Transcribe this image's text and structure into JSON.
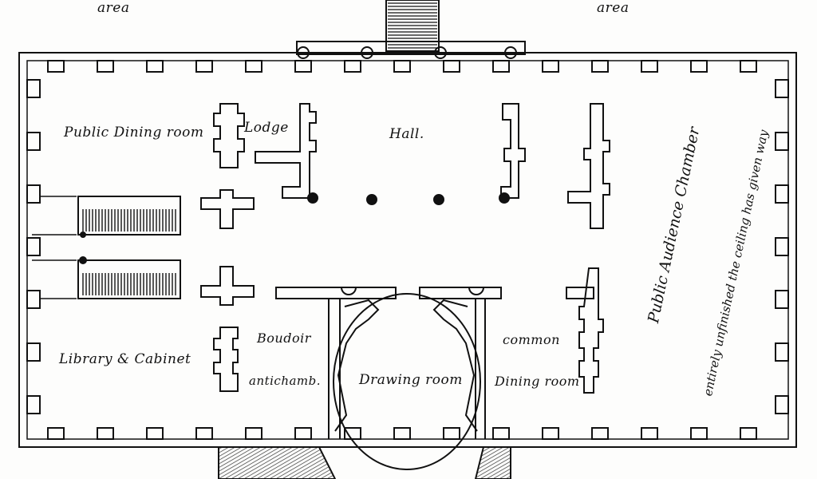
{
  "labels": {
    "area_left": "area",
    "area_right": "area",
    "public_dining": "Public Dining room",
    "lodge": "Lodge",
    "hall": "Hall.",
    "audience": "Public Audience Chamber",
    "unfinished_note": "entirely unfinished the ceiling has given way",
    "library": "Library & Cabinet",
    "boudoir": "Boudoir",
    "antichamber": "antichamb.",
    "drawing": "Drawing room",
    "common": "common",
    "common_dining": "Dining room"
  },
  "colors": {
    "ink": "#111111",
    "paper": "#fdfdfc"
  },
  "icons": [
    "stair-hatching",
    "column-dot",
    "pilaster-cross"
  ]
}
